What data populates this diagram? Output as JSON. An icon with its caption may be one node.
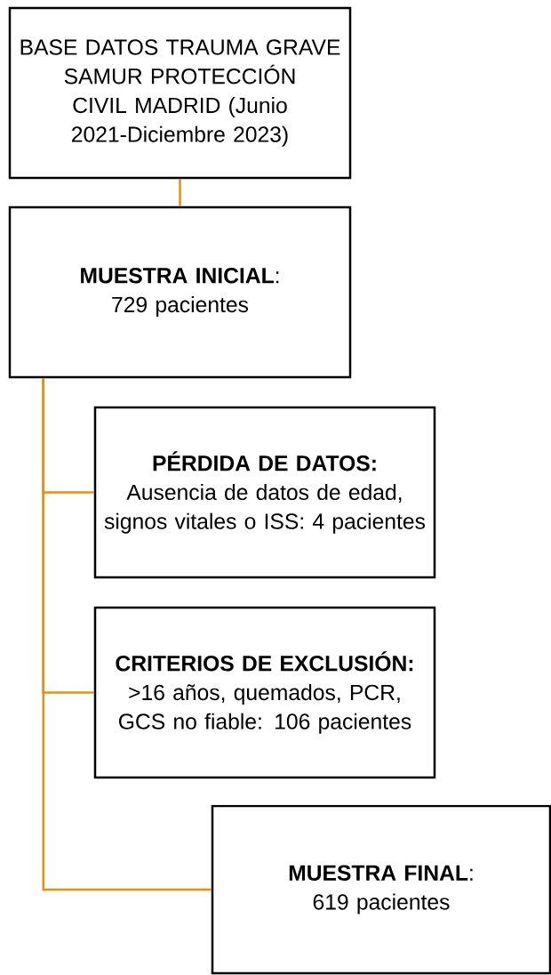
{
  "diagram": {
    "nodes": [
      {
        "text": [
          "BASE DATOS TRAUMA GRAVE SAMUR PROTECCIÓN CIVIL MADRID (Junio 2021-Diciembre 2023)"
        ]
      },
      {
        "text": [
          "**MUESTRA INICIAL**: 729 pacientes"
        ]
      },
      {
        "text": [
          "PÉRDIDA DE DATOS:",
          "Ausencia de datos de edad, signos vitales o ISS: 4 pacientes"
        ]
      },
      {
        "text": [
          "CRITERIOS DE EXCLUSIÓN:",
          ">16 años, quemados, PCR, GCS no fiable: 106 pacientes"
        ]
      },
      {
        "text": [
          "**MUESTRA FINAL**: 619 pacientes"
        ]
      }
    ],
    "edges": [
      {
        "from": 0,
        "to": 1,
        "arrow": "none"
      },
      {
        "from": 1,
        "to": 2,
        "arrow": "none"
      },
      {
        "from": 1,
        "to": 3,
        "arrow": "none"
      },
      {
        "from": 1,
        "to": 4,
        "arrow": "none"
      }
    ]
  }
}
